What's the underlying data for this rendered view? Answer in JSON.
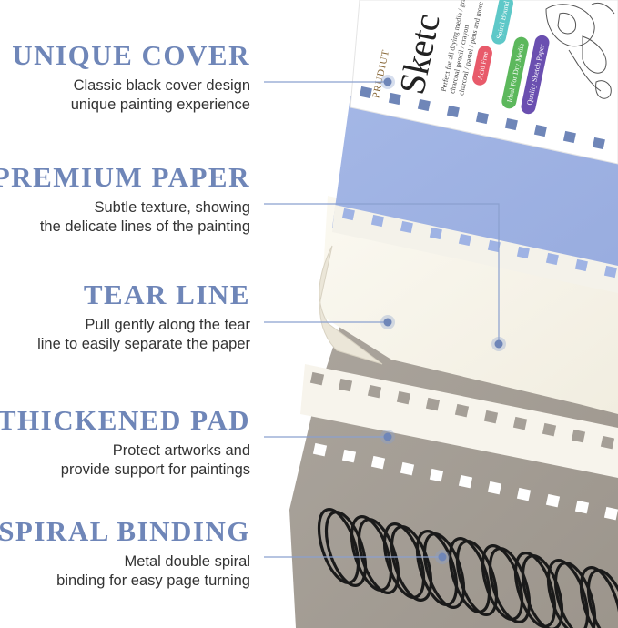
{
  "cover": {
    "brand": "PRUDIUT",
    "title": "Sketc",
    "subtitle_line1": "Perfect for all drying media / graphite",
    "subtitle_line2": "charcoal pencil / crayon",
    "subtitle_line3": "charcoal / pastel / pens and more",
    "badges": [
      {
        "label": "Acid Free",
        "color": "#e85a6a"
      },
      {
        "label": "Spiral Bound",
        "color": "#5ec8c8"
      },
      {
        "label": "Ideal For Dry Media",
        "color": "#5cb85c"
      },
      {
        "label": "Quality Sketch Paper",
        "color": "#6a4fb0"
      }
    ]
  },
  "colors": {
    "accent": "#6f86b8",
    "blue_sheet": "#9fb3e4",
    "cream_sheet": "#f8f5ea",
    "kraft_board": "#a59f97",
    "dot": "#8aa0cf"
  },
  "features": [
    {
      "title": "UNIQUE COVER",
      "line1": "Classic black cover design",
      "line2": "unique painting experience"
    },
    {
      "title": "PREMIUM PAPER",
      "line1": "Subtle texture, showing",
      "line2": "the delicate lines of the painting"
    },
    {
      "title": "TEAR LINE",
      "line1": "Pull gently along the tear",
      "line2": "line to easily separate the paper"
    },
    {
      "title": "THICKENED PAD",
      "line1": "Protect artworks and",
      "line2": "provide support for paintings"
    },
    {
      "title": "SPIRAL BINDING",
      "line1": "Metal double spiral",
      "line2": "binding for easy page turning"
    }
  ]
}
